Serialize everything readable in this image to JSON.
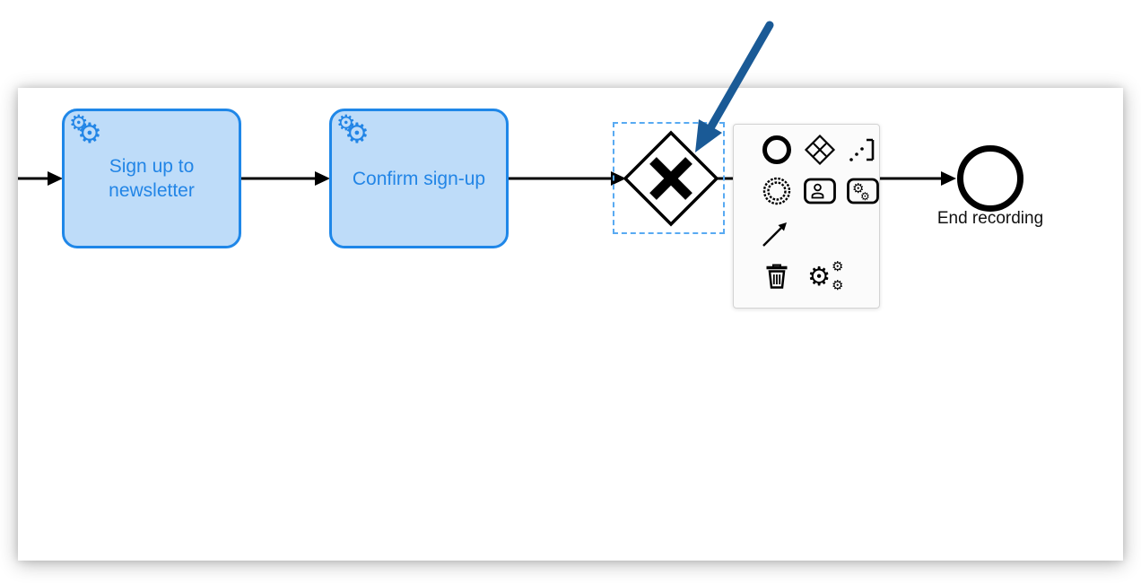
{
  "diagram": {
    "tasks": [
      {
        "label": "Sign up to newsletter",
        "type": "service-task"
      },
      {
        "label": "Confirm sign-up",
        "type": "service-task"
      }
    ],
    "gateway": {
      "kind": "exclusive-gateway",
      "selected": true
    },
    "end_event": {
      "label": "End recording"
    }
  },
  "context_pad": {
    "rows": [
      [
        "append-end-event",
        "append-gateway",
        "append-text-annotation"
      ],
      [
        "append-intermediate-event",
        "append-user-task",
        "append-service-task"
      ],
      [
        "connect-tool"
      ],
      [
        "delete",
        "settings"
      ]
    ]
  },
  "icons": {
    "gear_glyph": "⚙"
  },
  "colors": {
    "task_border": "#1f87e8",
    "task_fill": "#bedcf9",
    "task_text": "#2285e6",
    "selection_outline": "#58aaf2",
    "flow": "#000000",
    "annotation_arrow": "#1a5a96",
    "context_pad_bg": "#fbfbfb"
  }
}
